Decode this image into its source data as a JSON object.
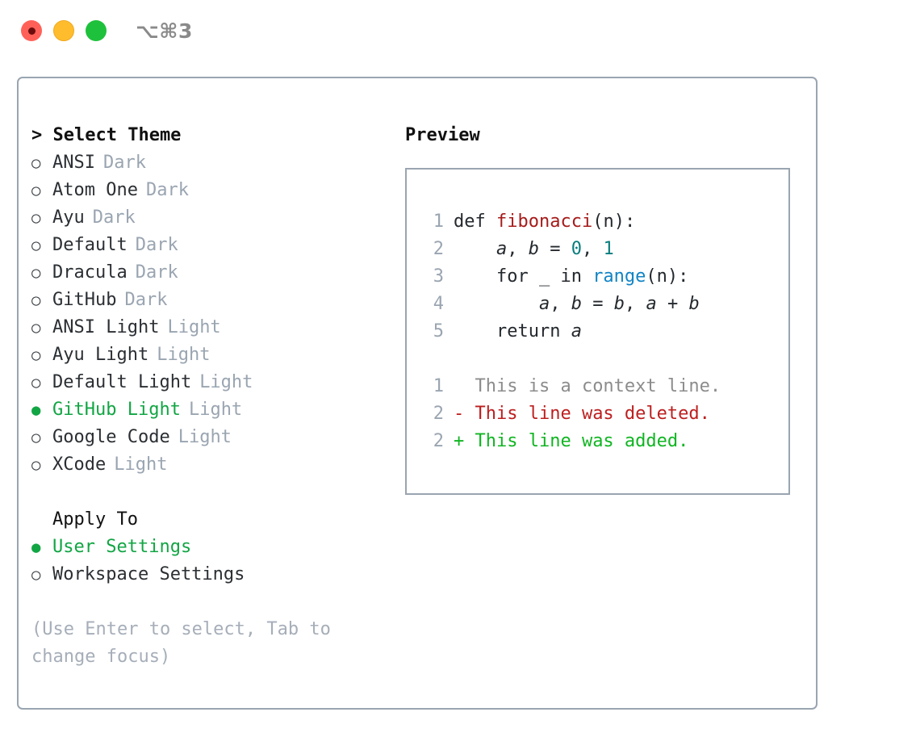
{
  "window": {
    "shortcut": "⌥⌘3",
    "traffic_lights": [
      {
        "name": "close",
        "color": "#ff6159"
      },
      {
        "name": "minimize",
        "color": "#ffbd2e"
      },
      {
        "name": "maximize",
        "color": "#1ec13c"
      }
    ]
  },
  "theme_picker": {
    "title": "> Select Theme",
    "markers": {
      "selected": "●",
      "unselected": "○"
    },
    "items": [
      {
        "label": "ANSI",
        "tag": "Dark",
        "selected": false
      },
      {
        "label": "Atom One",
        "tag": "Dark",
        "selected": false
      },
      {
        "label": "Ayu",
        "tag": "Dark",
        "selected": false
      },
      {
        "label": "Default",
        "tag": "Dark",
        "selected": false
      },
      {
        "label": "Dracula",
        "tag": "Dark",
        "selected": false
      },
      {
        "label": "GitHub",
        "tag": "Dark",
        "selected": false
      },
      {
        "label": "ANSI Light",
        "tag": "Light",
        "selected": false
      },
      {
        "label": "Ayu Light",
        "tag": "Light",
        "selected": false
      },
      {
        "label": "Default Light",
        "tag": "Light",
        "selected": false
      },
      {
        "label": "GitHub Light",
        "tag": "Light",
        "selected": true
      },
      {
        "label": "Google Code",
        "tag": "Light",
        "selected": false
      },
      {
        "label": "XCode",
        "tag": "Light",
        "selected": false
      }
    ]
  },
  "apply_to": {
    "title": "Apply To",
    "items": [
      {
        "label": "User Settings",
        "selected": true
      },
      {
        "label": "Workspace Settings",
        "selected": false
      }
    ]
  },
  "hint": "(Use Enter to select, Tab to change focus)",
  "preview": {
    "title": "Preview",
    "code_lines": [
      {
        "num": "1",
        "tokens": [
          {
            "text": "def ",
            "style": "plain"
          },
          {
            "text": "fibonacci",
            "style": "fn"
          },
          {
            "text": "(n):",
            "style": "plain"
          }
        ]
      },
      {
        "num": "2",
        "tokens": [
          {
            "text": "    ",
            "style": "plain"
          },
          {
            "text": "a",
            "style": "ital"
          },
          {
            "text": ", ",
            "style": "plain"
          },
          {
            "text": "b",
            "style": "ital"
          },
          {
            "text": " = ",
            "style": "plain"
          },
          {
            "text": "0",
            "style": "num"
          },
          {
            "text": ", ",
            "style": "plain"
          },
          {
            "text": "1",
            "style": "num"
          }
        ]
      },
      {
        "num": "3",
        "tokens": [
          {
            "text": "    for _ in ",
            "style": "plain"
          },
          {
            "text": "range",
            "style": "call"
          },
          {
            "text": "(n):",
            "style": "plain"
          }
        ]
      },
      {
        "num": "4",
        "tokens": [
          {
            "text": "        ",
            "style": "plain"
          },
          {
            "text": "a",
            "style": "ital"
          },
          {
            "text": ", ",
            "style": "plain"
          },
          {
            "text": "b",
            "style": "ital"
          },
          {
            "text": " = ",
            "style": "plain"
          },
          {
            "text": "b",
            "style": "ital"
          },
          {
            "text": ", ",
            "style": "plain"
          },
          {
            "text": "a",
            "style": "ital"
          },
          {
            "text": " + ",
            "style": "plain"
          },
          {
            "text": "b",
            "style": "ital"
          }
        ]
      },
      {
        "num": "5",
        "tokens": [
          {
            "text": "    return ",
            "style": "plain"
          },
          {
            "text": "a",
            "style": "ital"
          }
        ]
      }
    ],
    "diff_lines": [
      {
        "num": "1",
        "marker": " ",
        "text": " This is a context line.",
        "style": "ctx"
      },
      {
        "num": "2",
        "marker": "-",
        "text": " This line was deleted.",
        "style": "del"
      },
      {
        "num": "2",
        "marker": "+",
        "text": " This line was added.",
        "style": "add"
      }
    ]
  },
  "colors": {
    "panel_border": "#9aa5b1",
    "selected_green": "#12a544",
    "muted_gray": "#9aa5b1",
    "hint_gray": "#a6aeb9",
    "diff_delete": "#bd1f1f",
    "diff_add": "#10b522",
    "syntax_function": "#a61b1b",
    "syntax_call": "#1184c4",
    "syntax_number": "#0a7d7d"
  }
}
